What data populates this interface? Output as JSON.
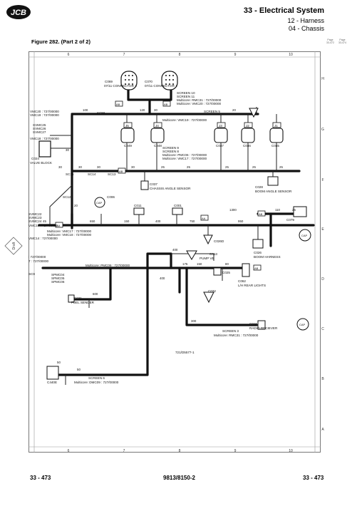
{
  "header": {
    "title": "33 - Electrical System",
    "subtitle1": "12 - Harness",
    "subtitle2": "04 - Chassis",
    "logo_text": "JCB"
  },
  "figure_label": "Figure 282. (Part 2 of 2)",
  "page_tabs": [
    "Page",
    "Page",
    "33-472",
    "33-474"
  ],
  "grid": {
    "top_cols": [
      "6",
      "7",
      "8",
      "9",
      "10"
    ],
    "bottom_cols": [
      "6",
      "7",
      "8",
      "9",
      "10"
    ],
    "rows": [
      "H",
      "G",
      "F",
      "E",
      "D",
      "C",
      "B",
      "A"
    ]
  },
  "draft_badge": "Draft",
  "diagram": {
    "labels": {
      "c069": "C069",
      "c069_sub": "07/11 CONNECTOR 2",
      "c070": "C070",
      "c070_sub": "07/11 CONNECTOR 1",
      "screen10": "SCREEN 10",
      "screen11": "SCREEN 11",
      "rmc31": "Multicore: RMC31 : 727/00000",
      "vmc20_top": "Multicore: VMC20 : 727/00000",
      "screen5": "SCREEN 5",
      "vmc19_mid": "Multicore: VMC19 : 727/00000",
      "vmc20_l": "VMC20 : 727/00000",
      "vmc19_l": "VMC19 : 727/00000",
      "svmc25": "SVMC25",
      "svmc26": "SVMC26",
      "svmc27": "SVMC27",
      "vmc18_l": "VMC18 : 727/00000",
      "c024": "C024",
      "valve_block": "VALVE BLOCK",
      "sc56": "SC56",
      "j5": "J5",
      "j4": "J4",
      "j3": "J3",
      "j2": "J2",
      "j1": "J1",
      "c049": "C049",
      "c048": "C048",
      "c047": "C047",
      "c046": "C046",
      "c045": "C045",
      "screen9": "SCREEN 9",
      "screen8": "SCREEN 8",
      "pmc06_a": "Multicore: PMC06 : 727/00000",
      "vmc17_a": "Multicore: VMC17 : 727/00000",
      "sc15": "SC15",
      "sc14": "SC14",
      "sc13": "SC13",
      "sc12": "SC12",
      "c037": "C037",
      "chassis_sensor": "CHASSIS ANGLE SENSOR",
      "c028": "C028",
      "boom_sensor": "BOOM ANGLE SENSOR",
      "c006": "C006",
      "c011": "C011",
      "c001": "C001",
      "svmc22": "SVMC22",
      "svmc23": "SVMC23",
      "svmc24": "SVMC24",
      "vmc18_l2": "VMC18 : 727/00000",
      "vmc14": "VMC14 : 727/00000",
      "vmc17_b": "Multicore: VMC17 : 727/00000",
      "vmc18_b": "Multicore: VMC18 : 727/00000",
      "c079": "C079",
      "c026": "C026",
      "boom_harness": "BOOM HARNESS",
      "c026d": "C026D",
      "pmc_l1": ": 727/00000",
      "pmc_l2": "7 : 727/00000",
      "sc9": "SC9",
      "spmc04": "SPMC04",
      "spmc05": "SPMC05",
      "spmc06": "SPMC06",
      "pmc06_b": "Multicore: PMC06 : 727/00000",
      "c013": "C013",
      "pump_ve": "PUMP VE",
      "c025": "C025",
      "c062": "C062",
      "lh_rear": "L/H REAR LIGHTS",
      "c032": "C032",
      "c031": "C031",
      "fuel_sender": "FUEL SENDER",
      "c016": "C016",
      "radio_rx": "RADIO RECIEVER",
      "screen3": "SCREEN 3",
      "rmc31_b": "Multicore: RMC31 : 727/00000",
      "drawing_no": "721/D5577-1",
      "c440e": "C440E",
      "screen6": "SCREEN 6",
      "dmc09": "Multicore: DMC09 : 727/00000",
      "cap": "CAP",
      "aa": "AA",
      "ab": "AB"
    },
    "lengths": [
      "100",
      "120",
      "30",
      "20",
      "30",
      "25",
      "25",
      "25",
      "25",
      "25",
      "30",
      "30",
      "30",
      "20",
      "30",
      "45",
      "650",
      "150",
      "400",
      "750",
      "950",
      "1300",
      "110",
      "25",
      "400",
      "175",
      "150",
      "80",
      "300",
      "400",
      "600",
      "50",
      "50"
    ]
  },
  "footer": {
    "left": "33 - 473",
    "middle": "9813/8150-2",
    "right": "33 - 473"
  }
}
